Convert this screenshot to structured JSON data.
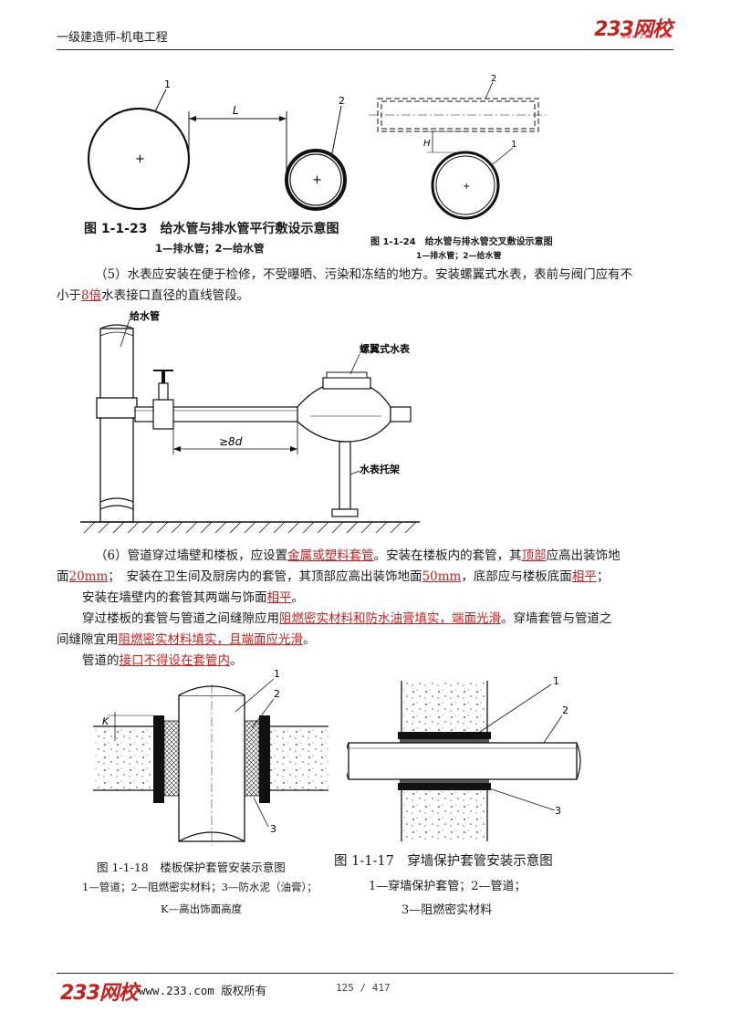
{
  "header": {
    "title": "一级建造师-机电工程",
    "logo": "233网校",
    "logo_sub": "www.233.com"
  },
  "fig_1_1_23": {
    "caption": "图 1-1-23　给水管与排水管平行敷设示意图",
    "legend": "1—排水管；2—给水管",
    "label_1": "1",
    "label_2": "2",
    "label_L": "L"
  },
  "fig_1_1_24": {
    "caption": "图 1-1-24　给水管与排水管交叉敷设示意图",
    "legend": "1—排水管；2—给水管",
    "label_1": "1",
    "label_2": "2",
    "label_H": "H"
  },
  "para5": {
    "line1": "（5）水表应安装在便于检修，不受曝晒、污染和冻结的地方。安装螺翼式水表，表前与阀门应有不",
    "line2_a": "小于",
    "line2_u": "8倍",
    "line2_b": "水表接口直径的直线管段。"
  },
  "fig_meter": {
    "label_pipe": "给水管",
    "label_meter": "螺翼式水表",
    "label_support": "水表托架",
    "label_dim": "≥8d"
  },
  "para6": {
    "l1_a": "（6）管道穿过墙壁和楼板，应设置",
    "l1_u": "金属或塑料套管",
    "l1_b": "。安装在楼板内的套管，其",
    "l1_u2": "顶部",
    "l1_c": "应高出装饰地",
    "l2_a": "面",
    "l2_u": "20mm",
    "l2_b": "；　安装在卫生间及厨房内的套管，其顶部应高出装饰地面",
    "l2_u2": "50mm",
    "l2_c": "，底部应与楼板底面",
    "l2_u3": "相平",
    "l2_d": "；",
    "l3_a": "安装在墙壁内的套管其两端与饰面",
    "l3_u": "相平",
    "l3_b": "。",
    "l4_a": "穿过楼板的套管与管道之间缝隙应用",
    "l4_u": "阻燃密实材料和防水油膏填实，端面光滑",
    "l4_b": "。穿墙套管与管道之",
    "l5_a": "间缝隙宜用",
    "l5_u": "阻燃密实材料填实，且端面应光滑",
    "l5_b": "。",
    "l6_a": "管道的",
    "l6_u": "接口不得设在套管内",
    "l6_b": "。"
  },
  "fig_1_1_18": {
    "caption": "图 1-1-18　楼板保护套管安装示意图",
    "legend1": "1—管道；2—阻燃密实材料；3—防水泥（油膏）；",
    "legend2": "K—高出饰面高度",
    "label_1": "1",
    "label_2": "2",
    "label_3": "3",
    "label_K": "K"
  },
  "fig_1_1_17": {
    "caption": "图 1-1-17　穿墙保护套管安装示意图",
    "legend1": "1—穿墙保护套管；2—管道；",
    "legend2": "3—阻燃密实材料",
    "label_1": "1",
    "label_2": "2",
    "label_3": "3"
  },
  "footer": {
    "logo": "233网校",
    "site": "www.233.com 版权所有",
    "page": "125 / 417"
  }
}
